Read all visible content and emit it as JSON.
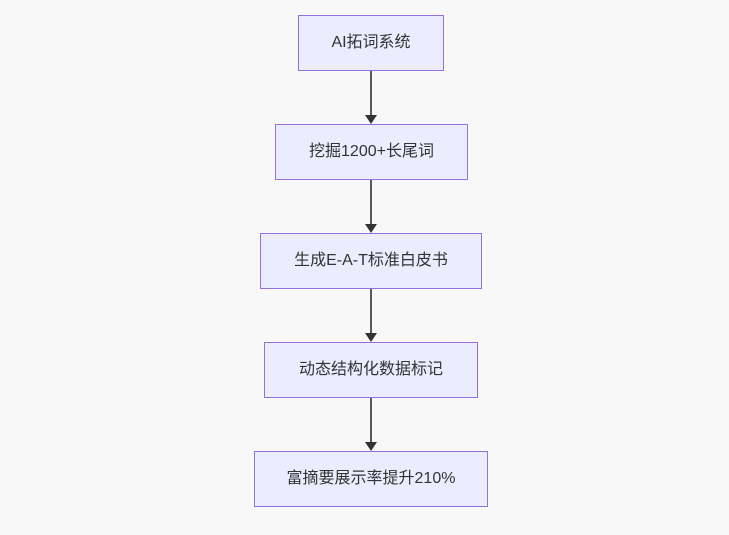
{
  "diagram": {
    "type": "flowchart",
    "direction": "top-down",
    "colors": {
      "background": "#f8f8f8",
      "node_fill": "#ECECFF",
      "node_border": "#9370DB",
      "text": "#333333",
      "arrow": "#333333"
    },
    "nodes": [
      {
        "id": "n1",
        "label": "AI拓词系统"
      },
      {
        "id": "n2",
        "label": "挖掘1200+长尾词"
      },
      {
        "id": "n3",
        "label": "生成E-A-T标准白皮书"
      },
      {
        "id": "n4",
        "label": "动态结构化数据标记"
      },
      {
        "id": "n5",
        "label": "富摘要展示率提升210%"
      }
    ],
    "edges": [
      {
        "from": "n1",
        "to": "n2",
        "style": "arrow-down"
      },
      {
        "from": "n2",
        "to": "n3",
        "style": "arrow-down"
      },
      {
        "from": "n3",
        "to": "n4",
        "style": "arrow-down"
      },
      {
        "from": "n4",
        "to": "n5",
        "style": "arrow-down"
      }
    ]
  }
}
